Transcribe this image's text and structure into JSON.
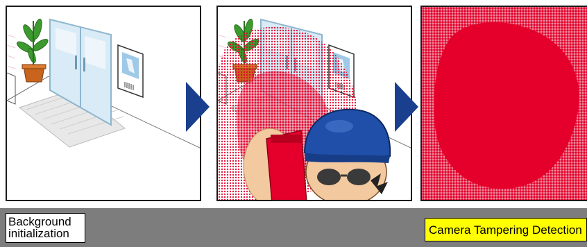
{
  "labels": {
    "background_initialization": "Background\ninitialization",
    "camera_tampering_detection": "Camera Tampering Detection"
  },
  "icons": {
    "scene": "office-doorway-scene",
    "arrow": "right-triangle-arrow",
    "tampering": "person-covering-camera"
  },
  "colors": {
    "arrow": "#1a3f8f",
    "tamper_red": "#e4002b",
    "label_highlight": "#ffff00",
    "bottom_bar": "#7d7d7d"
  }
}
